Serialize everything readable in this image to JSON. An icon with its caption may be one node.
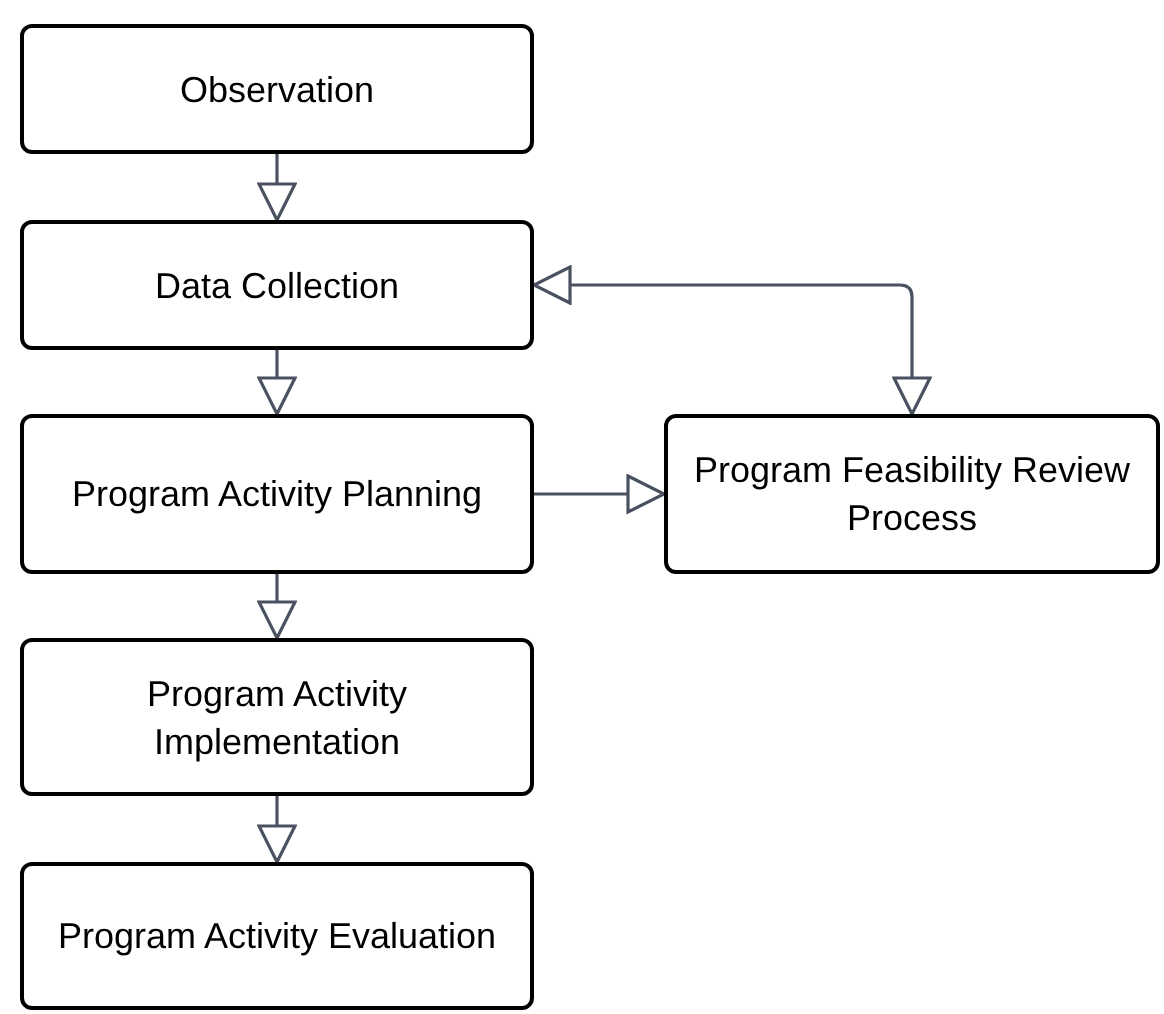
{
  "diagram": {
    "nodes": [
      {
        "text": [
          "Observation"
        ]
      },
      {
        "text": [
          "Data Collection"
        ]
      },
      {
        "text": [
          "Program Activity Planning"
        ]
      },
      {
        "text": [
          "Program Activity Implementation"
        ]
      },
      {
        "text": [
          "Program Activity Evaluation"
        ]
      },
      {
        "text": [
          "Program Feasibility Review Process"
        ]
      }
    ],
    "edges": [
      {
        "from": 0,
        "to": 1,
        "arrow": "to"
      },
      {
        "from": 1,
        "to": 2,
        "arrow": "to"
      },
      {
        "from": 2,
        "to": 3,
        "arrow": "to"
      },
      {
        "from": 3,
        "to": 4,
        "arrow": "to"
      },
      {
        "from": 2,
        "to": 5,
        "arrow": "to"
      },
      {
        "from": 1,
        "to": 5,
        "arrow": "both"
      }
    ]
  }
}
